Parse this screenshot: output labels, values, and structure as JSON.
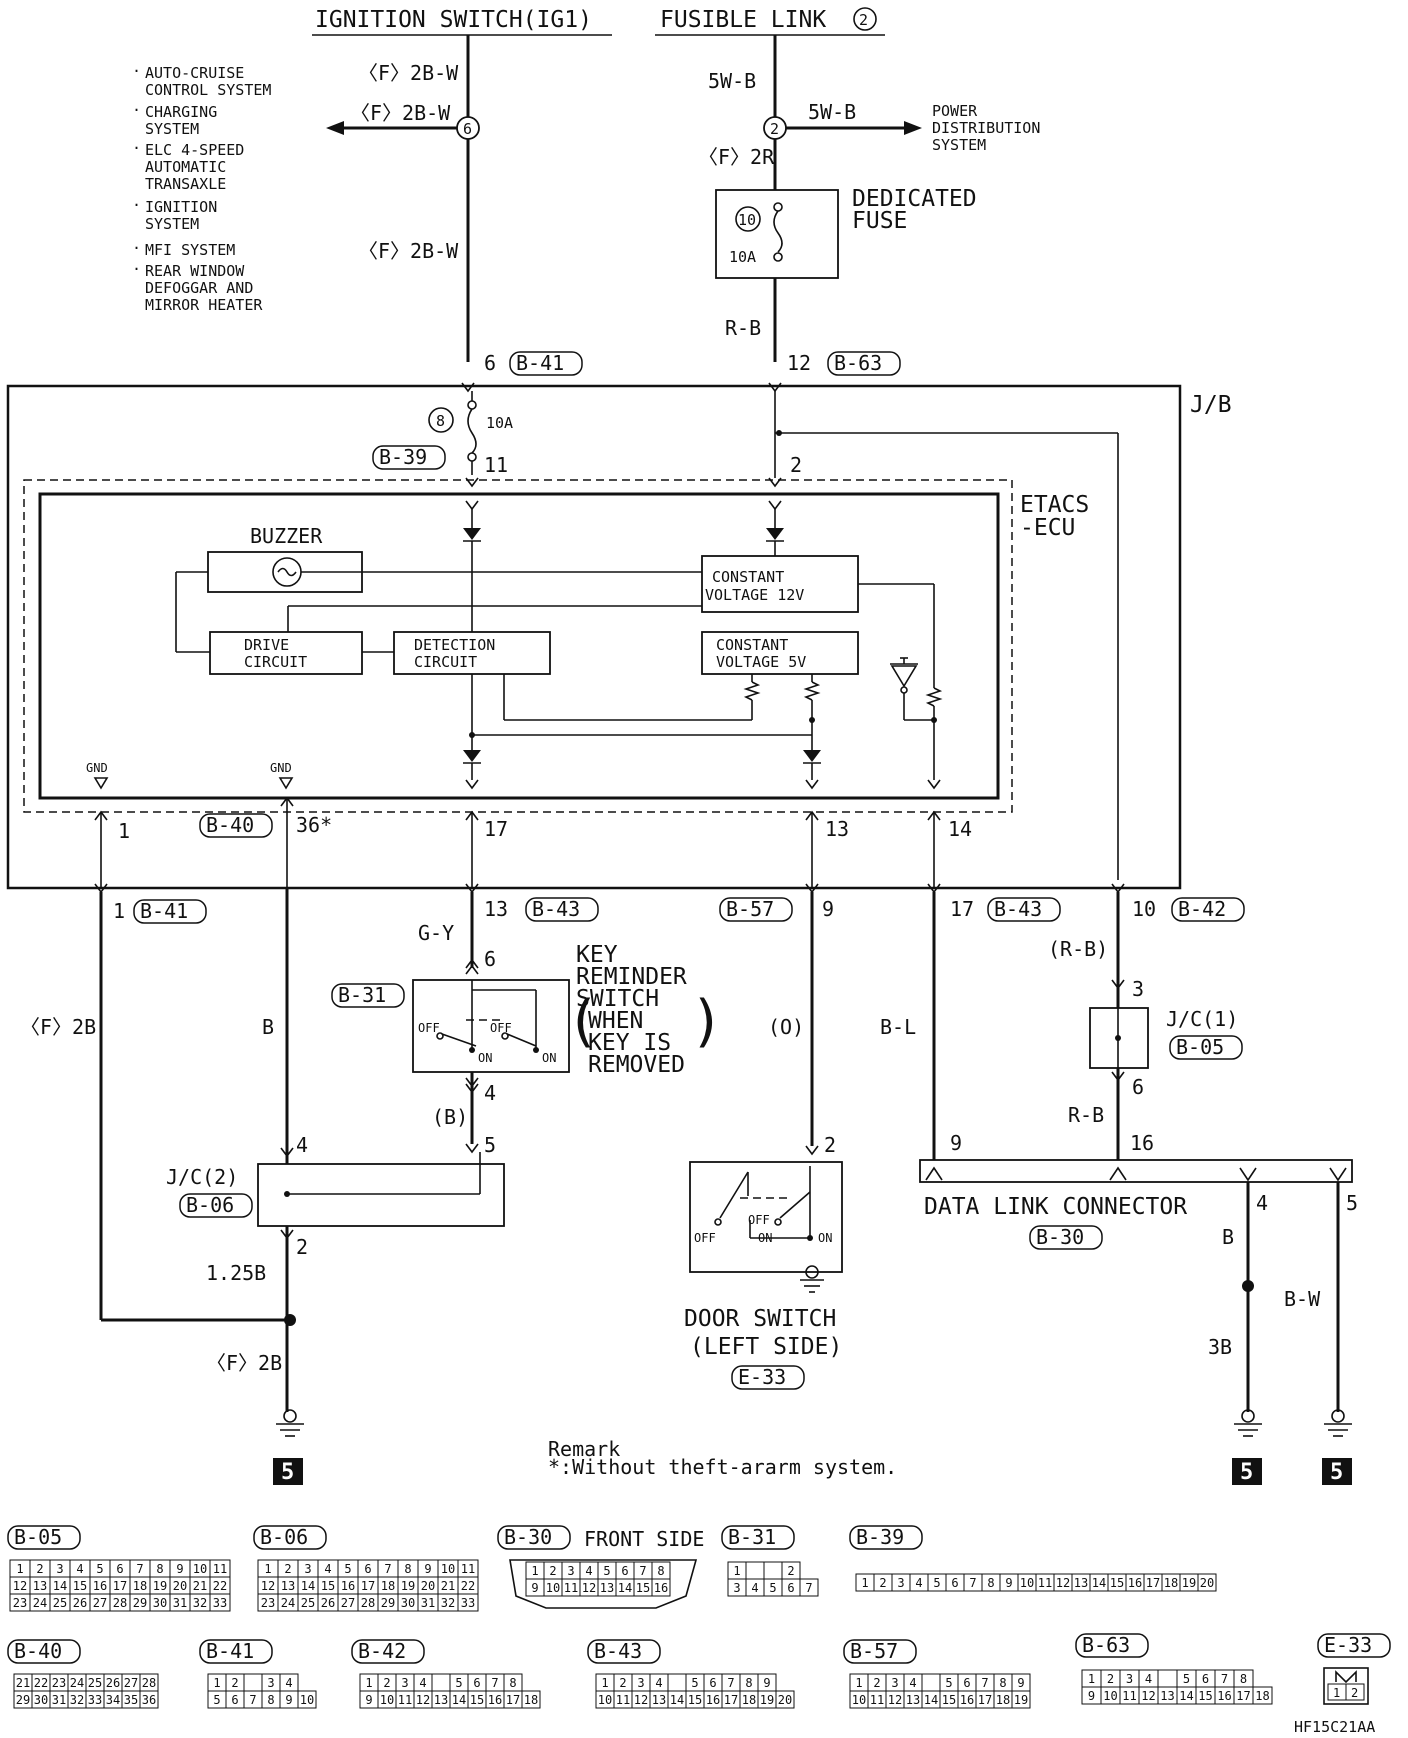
{
  "top": {
    "ign_switch": "IGNITION SWITCH(IG1)",
    "fusible_link": "FUSIBLE LINK",
    "fusible_num": "2"
  },
  "systems": [
    "AUTO-CRUISE",
    "CONTROL SYSTEM",
    "CHARGING",
    "SYSTEM",
    "ELC 4-SPEED",
    "AUTOMATIC",
    "TRANSAXLE",
    "IGNITION",
    "SYSTEM",
    "MFI SYSTEM",
    "REAR WINDOW",
    "DEFOGGAR AND",
    "MIRROR HEATER"
  ],
  "wires": {
    "f2bw_1": "〈F〉2B-W",
    "f2bw_2": "〈F〉2B-W",
    "f2bw_3": "〈F〉2B-W",
    "w5wb_1": "5W-B",
    "w5wb_2": "5W-B",
    "f2r": "〈F〉2R",
    "rb_1": "R-B",
    "f2b_left": "〈F〉2B",
    "b_2": "B",
    "gy": "G-Y",
    "b_paren": "(B)",
    "o_paren": "(O)",
    "bl": "B-L",
    "rb_paren": "(R-B)",
    "rb_2": "R-B",
    "b125": "1.25B",
    "f2b_bottom": "〈F〉2B",
    "b_dlc": "B",
    "b3": "3B",
    "bw": "B-W"
  },
  "splices": {
    "s6": "6",
    "s2": "2"
  },
  "power_dist": [
    "POWER",
    "DISTRIBUTION",
    "SYSTEM"
  ],
  "ded_fuse": {
    "label1": "DEDICATED",
    "label2": "FUSE",
    "num": "10",
    "amp": "10A"
  },
  "jb": {
    "label": "J/B",
    "fuse_num": "8",
    "fuse_amp": "10A",
    "pin_6": "6",
    "b41_top": "B-41",
    "pin_12": "12",
    "b63_top": "B-63",
    "b39": "B-39",
    "pin_11": "11",
    "pin_2": "2"
  },
  "ecu": {
    "label1": "ETACS",
    "label2": "-ECU",
    "buzzer": "BUZZER",
    "cv12_1": "CONSTANT",
    "cv12_2": "VOLTAGE 12V",
    "drive_1": "DRIVE",
    "drive_2": "CIRCUIT",
    "detect_1": "DETECTION",
    "detect_2": "CIRCUIT",
    "cv5_1": "CONSTANT",
    "cv5_2": "VOLTAGE 5V",
    "gnd1": "GND",
    "gnd2": "GND"
  },
  "ecu_pins": {
    "p1": "1",
    "b40": "B-40",
    "p36": "36*",
    "p17": "17",
    "p13": "13",
    "p14": "14"
  },
  "out_pins": {
    "p1": "1",
    "b41": "B-41",
    "p13": "13",
    "b43a": "B-43",
    "b57": "B-57",
    "p9": "9",
    "p17": "17",
    "b43b": "B-43",
    "p10": "10",
    "b42": "B-42"
  },
  "key_switch": {
    "pin6": "6",
    "pin4": "4",
    "pin5": "5",
    "conn": "B-31",
    "title": [
      "KEY",
      "REMINDER",
      "SWITCH",
      "WHEN",
      "KEY IS",
      "REMOVED"
    ],
    "off1": "OFF",
    "on1": "ON",
    "off2": "OFF",
    "on2": "ON"
  },
  "jc2": {
    "label": "J/C(2)",
    "conn": "B-06",
    "pin4": "4",
    "pin2": "2"
  },
  "jc1": {
    "label": "J/C(1)",
    "conn": "B-05",
    "pin3": "3",
    "pin6": "6"
  },
  "door_switch": {
    "pin2": "2",
    "off1": "OFF",
    "off2": "OFF",
    "on1": "ON",
    "on2": "ON",
    "name1": "DOOR SWITCH",
    "name2": "(LEFT SIDE)",
    "conn": "E-33"
  },
  "dlc": {
    "name": "DATA LINK CONNECTOR",
    "conn": "B-30",
    "p9": "9",
    "p16": "16",
    "p4": "4",
    "p5": "5"
  },
  "ground_num": "5",
  "remark": {
    "line1": "Remark",
    "line2": "*:Without theft-ararm system."
  },
  "connectors": [
    {
      "id": "B-05"
    },
    {
      "id": "B-06"
    },
    {
      "id": "B-30",
      "note": "FRONT SIDE"
    },
    {
      "id": "B-31"
    },
    {
      "id": "B-39"
    },
    {
      "id": "B-40"
    },
    {
      "id": "B-41"
    },
    {
      "id": "B-42"
    },
    {
      "id": "B-43"
    },
    {
      "id": "B-57"
    },
    {
      "id": "B-63"
    },
    {
      "id": "E-33"
    }
  ],
  "code": "HF15C21AA"
}
